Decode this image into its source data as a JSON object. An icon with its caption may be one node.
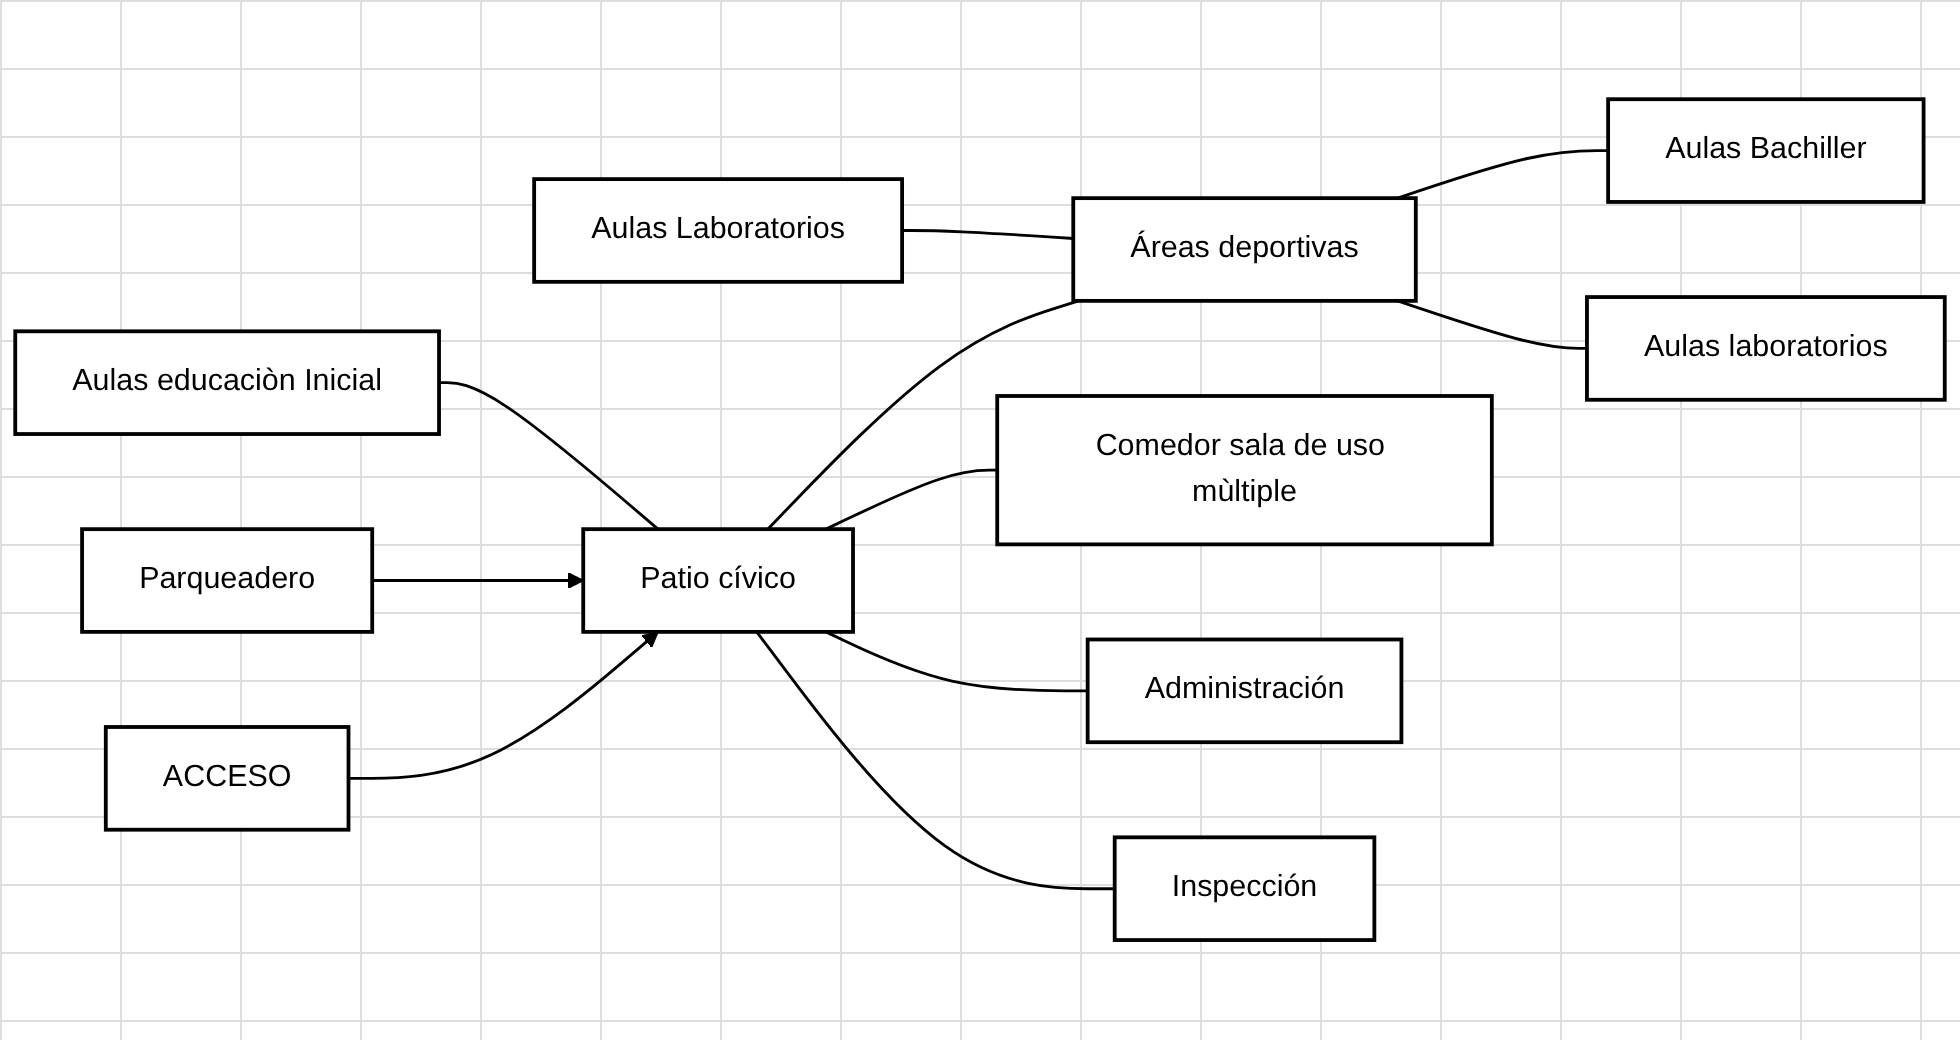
{
  "diagram": {
    "nodes": [
      {
        "text": [
          "Aulas educaciòn Inicial"
        ]
      },
      {
        "text": [
          "Aulas Laboratorios"
        ]
      },
      {
        "text": [
          "ACCESO"
        ]
      },
      {
        "text": [
          "Patio cívico"
        ]
      },
      {
        "text": [
          "Áreas deportivas"
        ]
      },
      {
        "text": [
          "Aulas Bachiller"
        ]
      },
      {
        "text": [
          "Parqueadero"
        ]
      },
      {
        "text": [
          "Comedor sala de uso mùltiple"
        ]
      },
      {
        "text": [
          "Administración"
        ]
      },
      {
        "text": [
          "Inspección"
        ]
      },
      {
        "text": [
          "Aulas laboratorios"
        ]
      }
    ],
    "edges": [
      {
        "from": 2,
        "to": 3,
        "arrow": "to"
      },
      {
        "from": 6,
        "to": 3,
        "arrow": "to"
      },
      {
        "from": 0,
        "to": 3,
        "arrow": "none"
      },
      {
        "from": 3,
        "to": 7,
        "arrow": "none"
      },
      {
        "from": 3,
        "to": 8,
        "arrow": "none"
      },
      {
        "from": 3,
        "to": 9,
        "arrow": "none"
      },
      {
        "from": 3,
        "to": 4,
        "arrow": "none"
      },
      {
        "from": 1,
        "to": 4,
        "arrow": "none"
      },
      {
        "from": 4,
        "to": 5,
        "arrow": "none"
      },
      {
        "from": 4,
        "to": 10,
        "arrow": "none"
      }
    ]
  }
}
